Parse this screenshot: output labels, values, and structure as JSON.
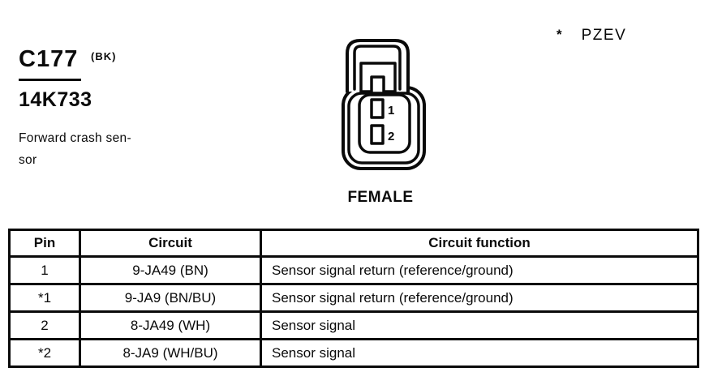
{
  "header": {
    "connector_id": "C177",
    "connector_color": "(BK)",
    "part_number": "14K733",
    "description_line1": "Forward crash sen-",
    "description_line2": "sor"
  },
  "note": {
    "symbol": "*",
    "label": "PZEV"
  },
  "figure": {
    "gender_label": "FEMALE",
    "pin1_label": "1",
    "pin2_label": "2"
  },
  "table": {
    "headers": [
      "Pin",
      "Circuit",
      "Circuit function"
    ],
    "rows": [
      [
        "1",
        "9-JA49 (BN)",
        "Sensor signal return (reference/ground)"
      ],
      [
        "*1",
        "9-JA9 (BN/BU)",
        "Sensor signal return (reference/ground)"
      ],
      [
        "2",
        "8-JA49 (WH)",
        "Sensor signal"
      ],
      [
        "*2",
        "8-JA9 (WH/BU)",
        "Sensor signal"
      ]
    ]
  },
  "colors": {
    "ink": "#0a0a0a",
    "paper": "#ffffff"
  }
}
